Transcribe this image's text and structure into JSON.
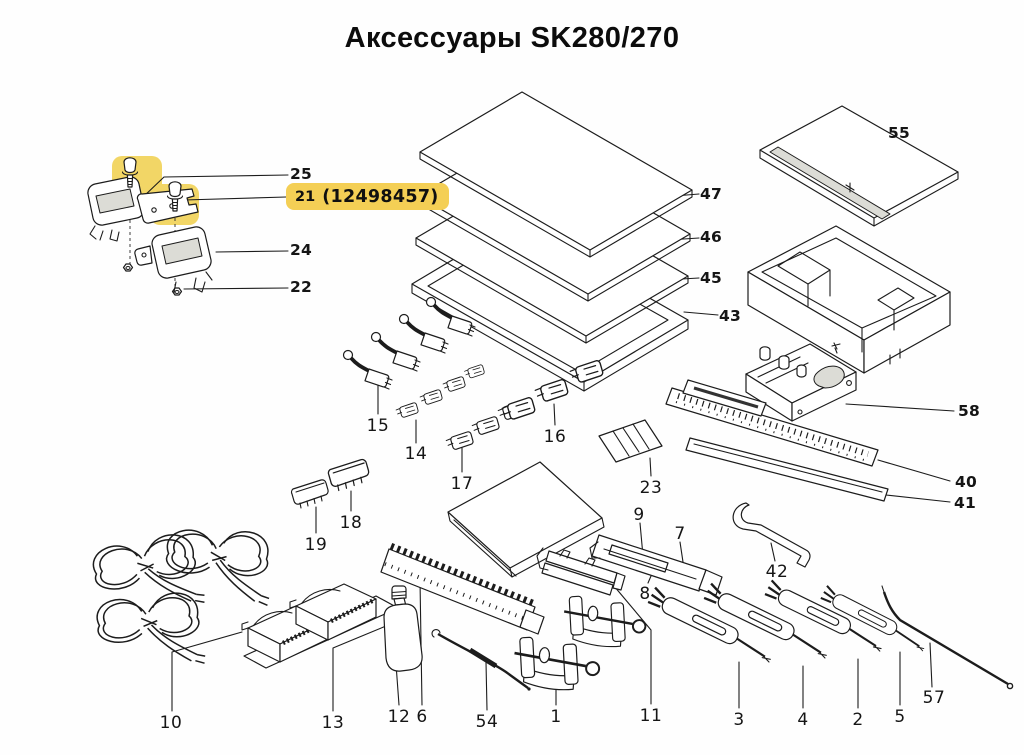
{
  "title": "Аксессуары SK280/270",
  "colors": {
    "highlight": "#f2d666",
    "badge": "#f4cf55",
    "ink": "#1c1c1c"
  },
  "highlighted_part": {
    "number": "21",
    "code": "(12498457)"
  },
  "labels": {
    "p1": "1",
    "p2": "2",
    "p3": "3",
    "p4": "4",
    "p5": "5",
    "p6": "6",
    "p7": "7",
    "p8": "8",
    "p9": "9",
    "p10": "10",
    "p11": "11",
    "p12": "12",
    "p13": "13",
    "p14": "14",
    "p15": "15",
    "p16": "16",
    "p17": "17",
    "p18": "18",
    "p19": "19",
    "p21": "21",
    "p21_code": "(12498457)",
    "p22": "22",
    "p23": "23",
    "p24": "24",
    "p25": "25",
    "p40": "40",
    "p41": "41",
    "p42": "42",
    "p43": "43",
    "p45": "45",
    "p46": "46",
    "p47": "47",
    "p54": "54",
    "p55": "55",
    "p57": "57",
    "p58": "58"
  }
}
